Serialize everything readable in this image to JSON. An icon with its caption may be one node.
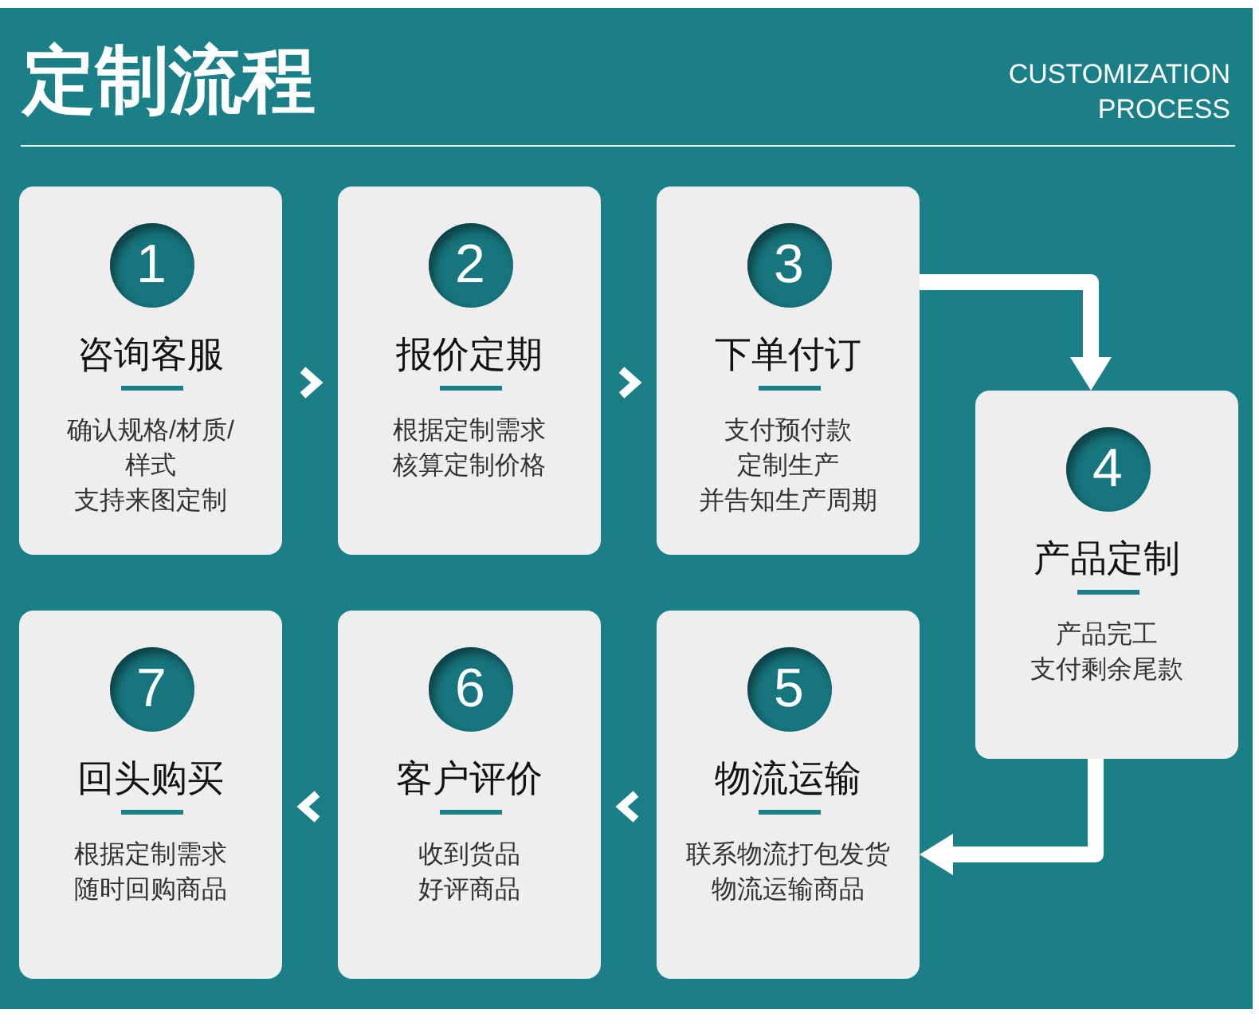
{
  "diagram": {
    "title": "定制流程",
    "nodes": [
      {
        "text": [
          "1",
          "咨询客服",
          "确认规格/材质/样式",
          "支持来图定制"
        ]
      },
      {
        "text": [
          "2",
          "报价定期",
          "根据定制需求",
          "核算定制价格"
        ]
      },
      {
        "text": [
          "3",
          "下单付订",
          "支付预付款",
          "定制生产",
          "并告知生产周期"
        ]
      },
      {
        "text": [
          "4",
          "产品定制",
          "产品完工",
          "支付剩余尾款"
        ]
      },
      {
        "text": [
          "5",
          "物流运输",
          "联系物流打包发货",
          "物流运输商品"
        ]
      },
      {
        "text": [
          "6",
          "客户评价",
          "收到货品",
          "好评商品"
        ]
      },
      {
        "text": [
          "7",
          "回头购买",
          "根据定制需求",
          "随时回购商品"
        ]
      }
    ],
    "edges": [
      {
        "from": 0,
        "to": 1,
        "arrow": "to"
      },
      {
        "from": 1,
        "to": 2,
        "arrow": "to"
      },
      {
        "from": 2,
        "to": 3,
        "arrow": "to",
        "style": "thick"
      },
      {
        "from": 3,
        "to": 4,
        "arrow": "to",
        "style": "thick"
      },
      {
        "from": 4,
        "to": 5,
        "arrow": "to"
      },
      {
        "from": 5,
        "to": 6,
        "arrow": "to"
      }
    ],
    "labels": [
      "CUSTOMIZATION PROCESS"
    ]
  }
}
